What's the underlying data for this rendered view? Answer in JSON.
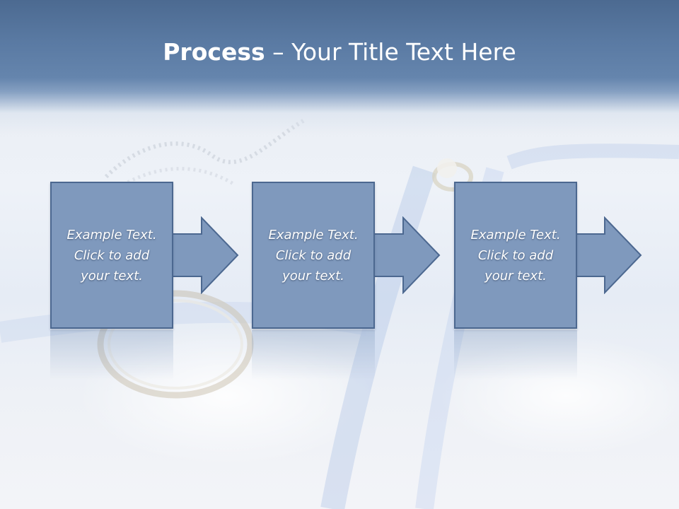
{
  "slide": {
    "title_bold": "Process",
    "title_rest": " – Your Title Text Here"
  },
  "steps": [
    {
      "text": "Example Text.\nClick  to add\nyour text."
    },
    {
      "text": "Example Text.\nClick  to add\nyour text."
    },
    {
      "text": "Example Text.\nClick  to add\nyour text."
    }
  ],
  "colors": {
    "header": "#5a7aa3",
    "box_fill": "#7f99bd",
    "box_border": "#4c6890",
    "title_text": "#ffffff"
  }
}
